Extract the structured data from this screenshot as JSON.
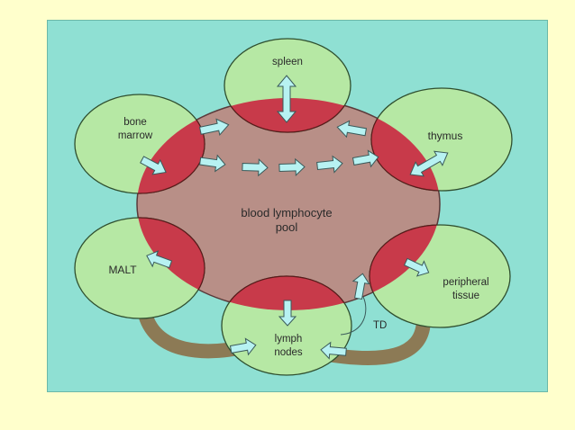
{
  "diagram": {
    "center_label": {
      "line1": "blood lymphocyte",
      "line2": "pool"
    },
    "organs": {
      "spleen": "spleen",
      "bone_marrow": {
        "line1": "bone",
        "line2": "marrow"
      },
      "thymus": "thymus",
      "malt": "MALT",
      "peripheral_tissue": {
        "line1": "peripheral",
        "line2": "tissue"
      },
      "lymph_nodes": {
        "line1": "lymph",
        "line2": "nodes"
      }
    },
    "td_label": "TD",
    "colors": {
      "background": "#ffffcc",
      "panel": "#8fe0d3",
      "pool": "#b88f87",
      "organ": "#b6e8a4",
      "overlap": "#c83a4a",
      "arrow_fill": "#b7f2f2",
      "lymph_duct": "#8c7a55"
    }
  }
}
